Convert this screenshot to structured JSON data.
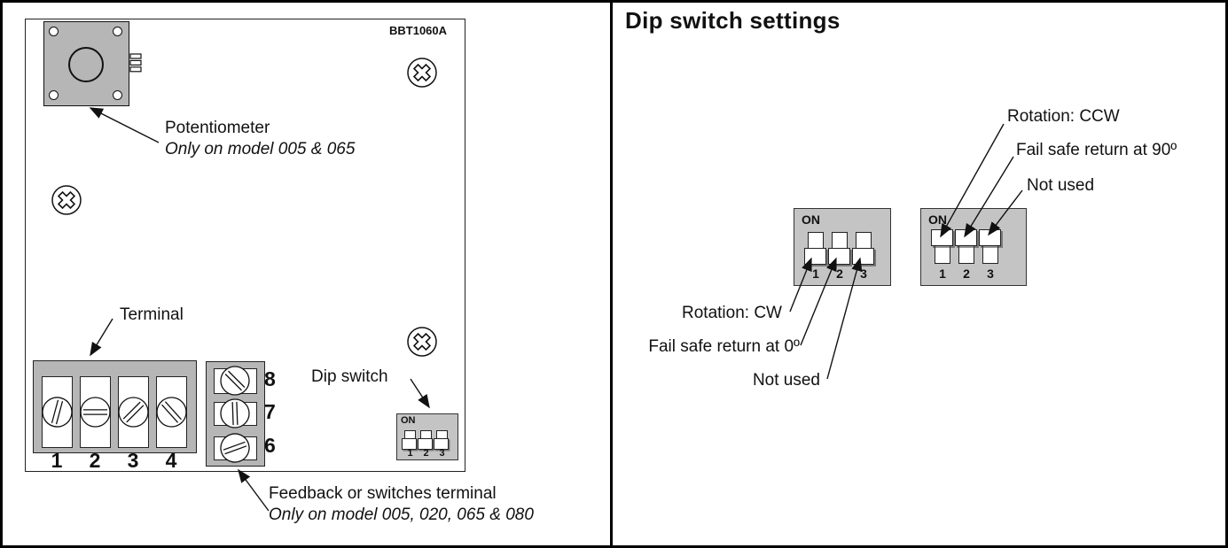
{
  "left_panel": {
    "board_code": "BBT1060A",
    "potentiometer_label": "Potentiometer",
    "potentiometer_note": "Only on model 005 & 065",
    "terminal_label": "Terminal",
    "terminal_numbers": [
      "1",
      "2",
      "3",
      "4"
    ],
    "feedback_numbers": [
      "8",
      "7",
      "6"
    ],
    "feedback_label": "Feedback or switches terminal",
    "feedback_note": "Only on model 005, 020, 065 & 080",
    "dip_switch_label": "Dip switch",
    "dip_on": "ON",
    "dip_numbers": [
      "1",
      "2",
      "3"
    ]
  },
  "right_panel": {
    "title": "Dip switch settings",
    "cw": {
      "on": "ON",
      "numbers": [
        "1",
        "2",
        "3"
      ],
      "knob_position": "down",
      "label_1": "Rotation: CW",
      "label_2": "Fail safe return at 0º",
      "label_3": "Not used"
    },
    "ccw": {
      "on": "ON",
      "numbers": [
        "1",
        "2",
        "3"
      ],
      "knob_position": "up",
      "label_1": "Rotation: CCW",
      "label_2": "Fail safe return at 90º",
      "label_3": "Not used"
    }
  },
  "colors": {
    "component_gray": "#b6b6b6",
    "dip_gray": "#c4c4c4",
    "ink": "#111111",
    "background": "#ffffff"
  }
}
